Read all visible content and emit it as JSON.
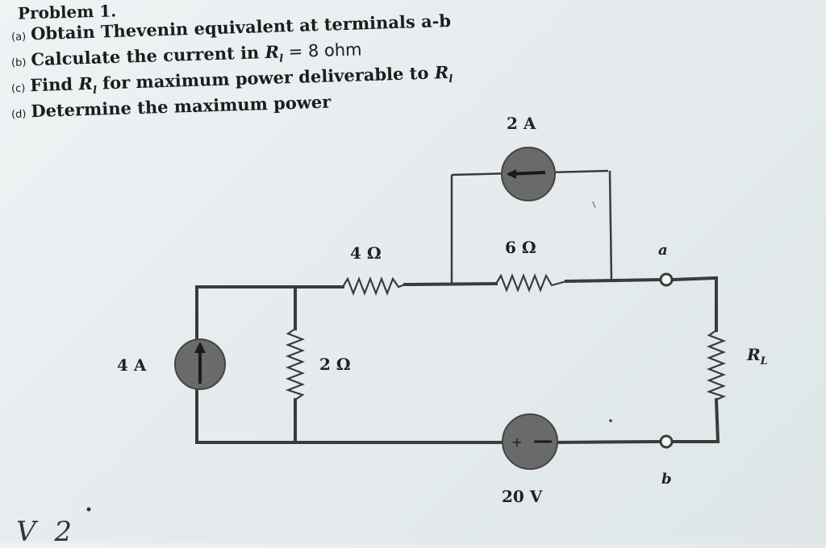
{
  "problem": {
    "title": "Problem 1.",
    "parts": [
      {
        "tag": "(a)",
        "text": "Obtain Thevenin equivalent at terminals a-b"
      },
      {
        "tag": "(b)",
        "text_before": "Calculate the current in ",
        "var": "R",
        "sub": "l",
        "text_after": " = 8 ohm"
      },
      {
        "tag": "(c)",
        "text_before": "Find ",
        "var": "R",
        "sub": "l",
        "text_after": " for maximum power deliverable to ",
        "var2": "R",
        "sub2": "l"
      },
      {
        "tag": "(d)",
        "text": "Determine the maximum power"
      }
    ]
  },
  "circuit": {
    "current_source_top": "2 A",
    "current_source_left": "4 A",
    "resistor_4": "4 Ω",
    "resistor_6": "6 Ω",
    "resistor_2": "2 Ω",
    "voltage_source": "20 V",
    "terminal_a": "a",
    "terminal_b": "b",
    "load": "R",
    "load_sub": "L"
  },
  "handwriting": "V  2"
}
